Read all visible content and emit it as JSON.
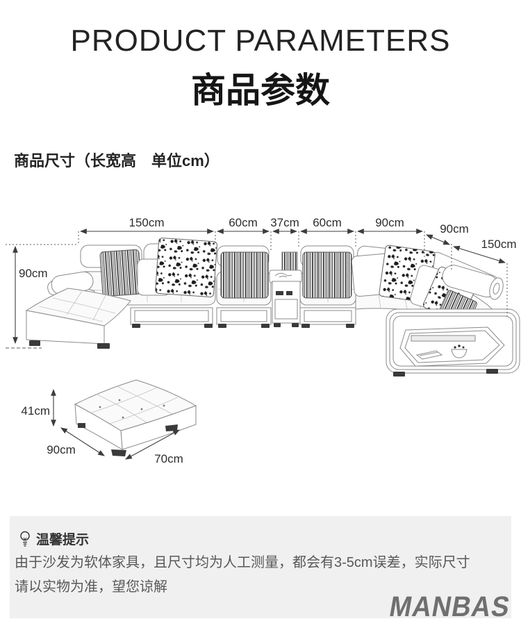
{
  "header": {
    "title_en": "PRODUCT PARAMETERS",
    "title_cn": "商品参数"
  },
  "size_section": {
    "heading": "商品尺寸（长宽高　单位cm）"
  },
  "sofa_dimensions": {
    "segments": [
      "150cm",
      "60cm",
      "37cm",
      "60cm",
      "90cm"
    ],
    "back_depth": "90cm",
    "right_length": "150cm",
    "height": "90cm"
  },
  "ottoman_dimensions": {
    "height": "41cm",
    "width": "90cm",
    "depth": "70cm"
  },
  "tip": {
    "icon": "lightbulb-icon",
    "title": "温馨提示",
    "line1": "由于沙发为软体家具，且尺寸均为人工测量，都会有3-5cm误差，实际尺寸",
    "line2": "请以实物为准，望您谅解"
  },
  "brand": {
    "name": "MANBAS"
  },
  "colors": {
    "tip_bg": "#f0f0f1",
    "heading_text": "#232323",
    "body_text": "#58585a",
    "drawing_line": "#8a8a8a",
    "dimension_line": "#3c3c3c",
    "logo_gray": "#6f6f6f"
  }
}
